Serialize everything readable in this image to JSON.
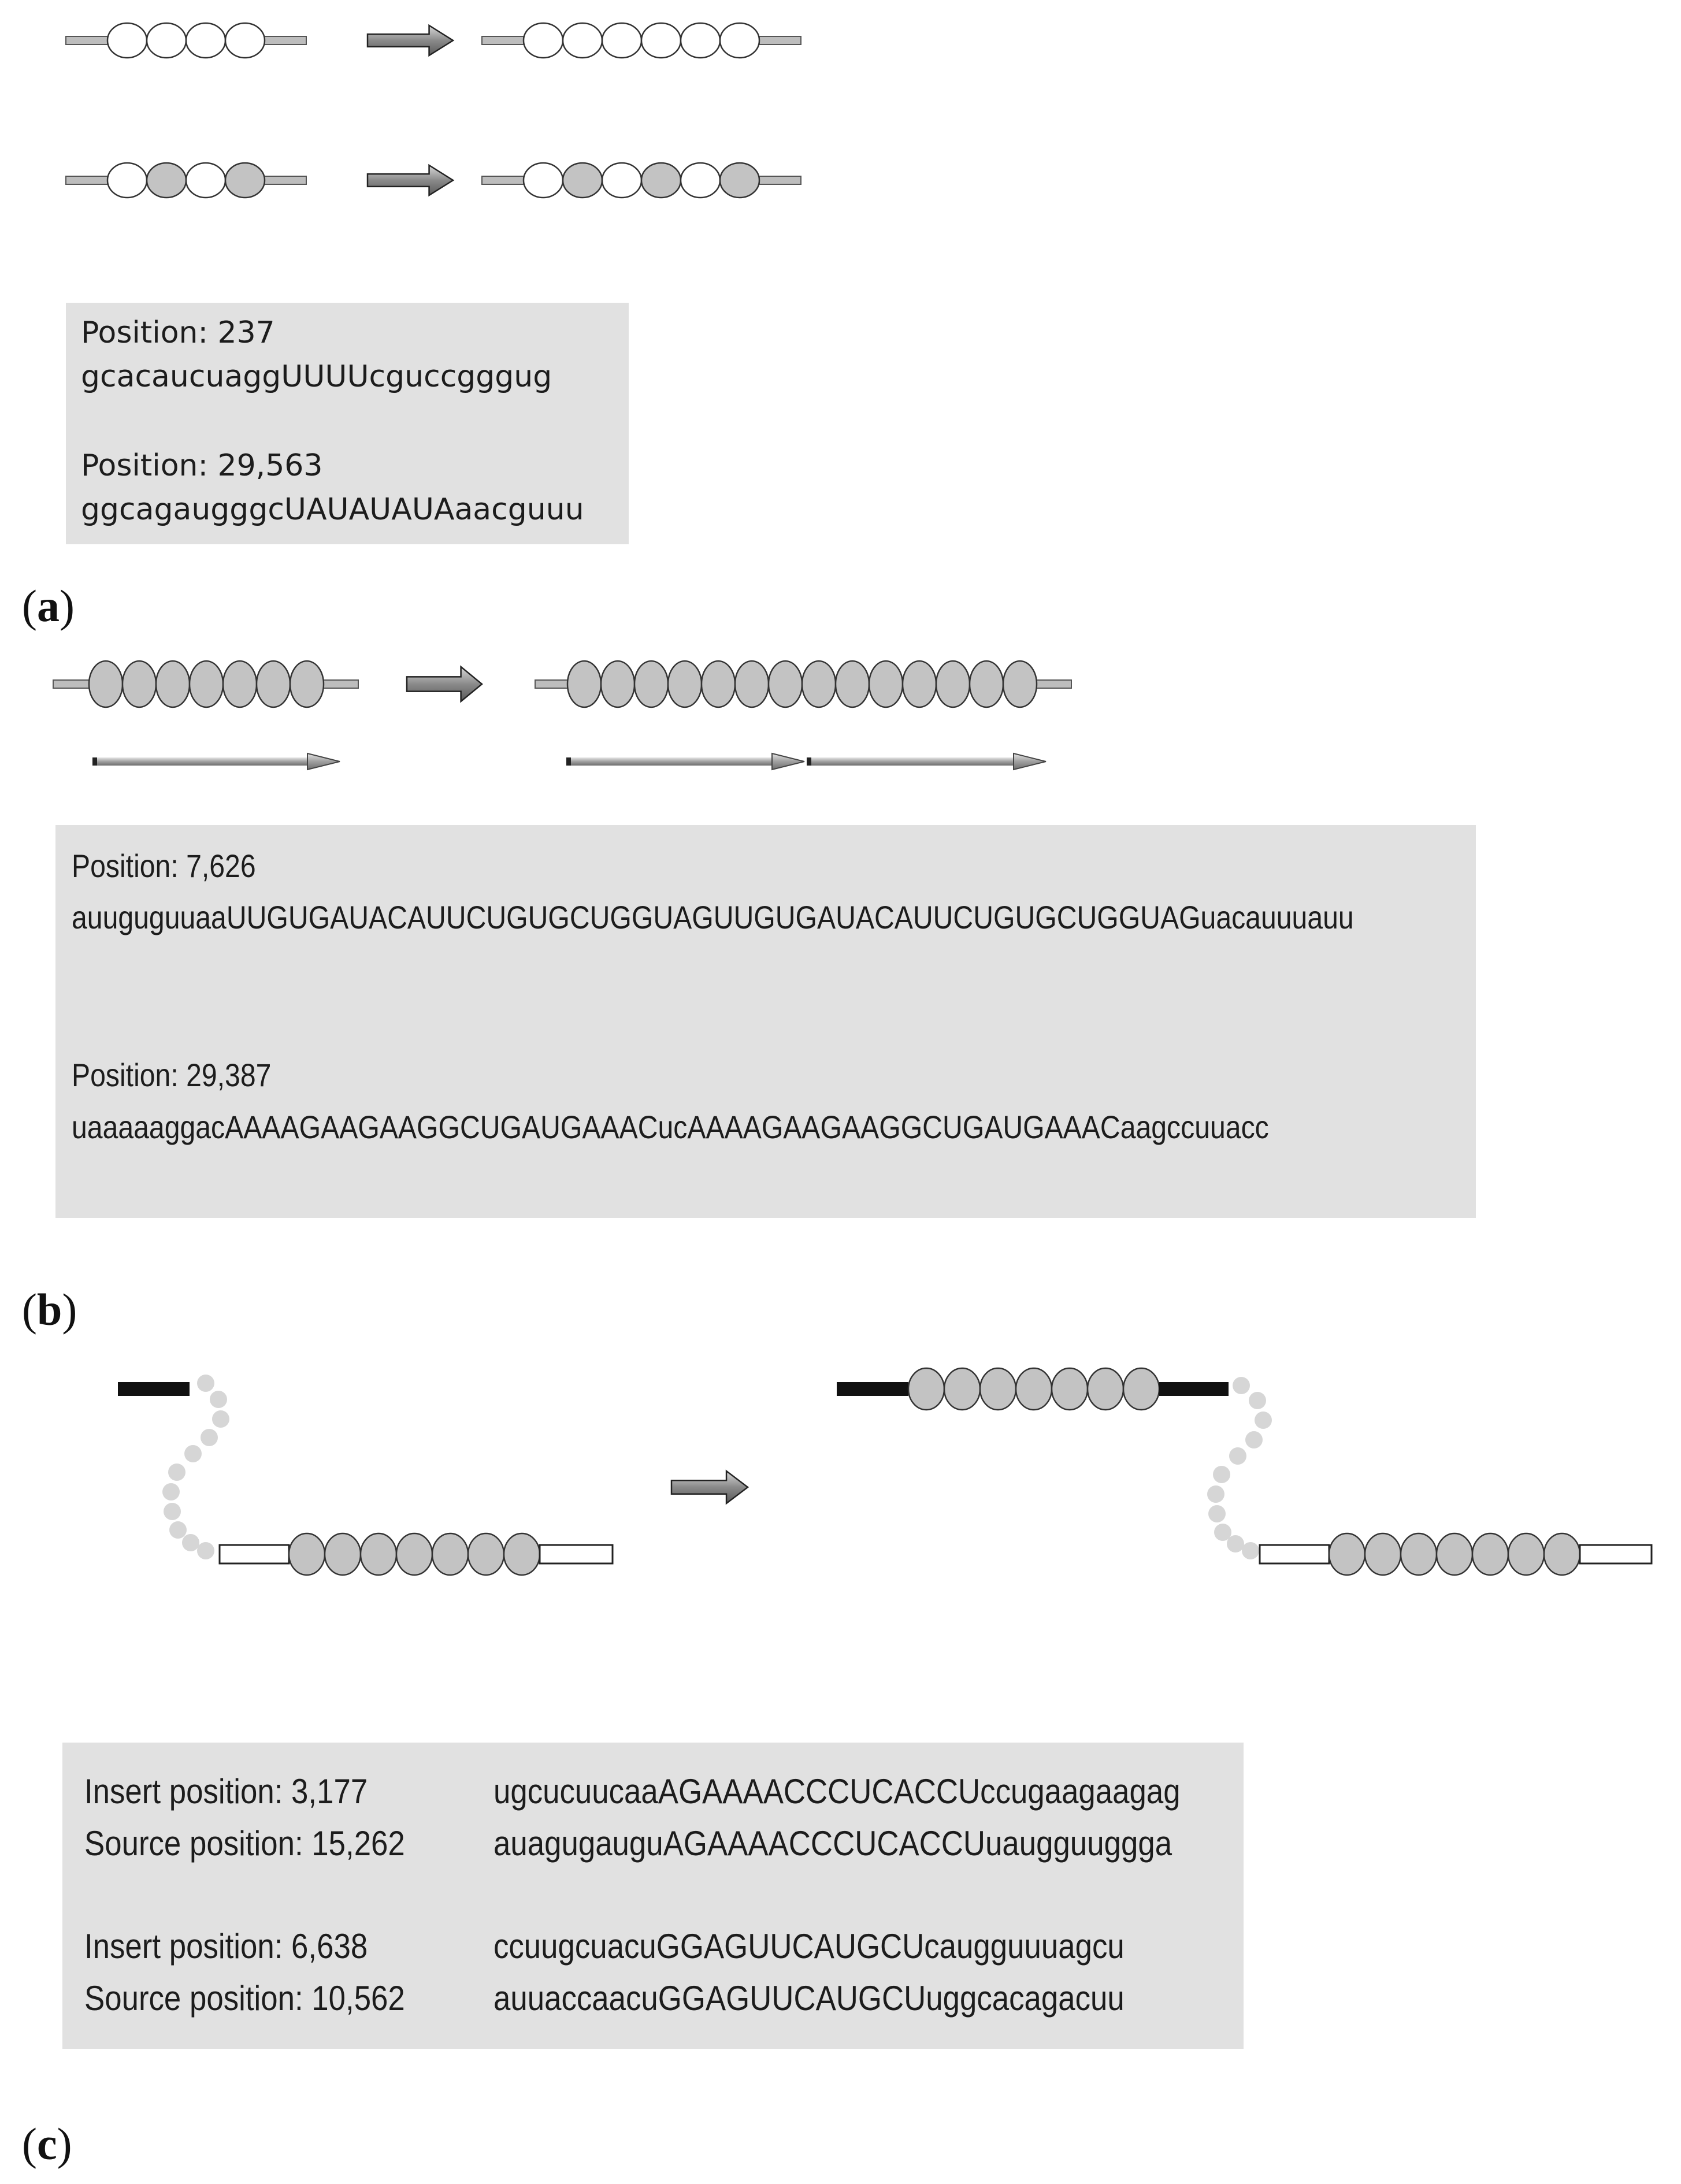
{
  "colors": {
    "bead_white": "#ffffff",
    "bead_gray": "#c3c3c3",
    "bead_stroke": "#333333",
    "tail_gray": "#bdbdbd",
    "loop_dot": "#d6d6d6",
    "bar_black": "#111111",
    "text_box": "#e1e1e1",
    "arrow_gray": "#8a8a8a"
  },
  "panel_a": {
    "label_open": "(",
    "label_letter": "a",
    "label_close": ")",
    "entries": [
      {
        "position": "Position: 237",
        "sequence": "gcacaucuaggUUUUcguccgggug"
      },
      {
        "position": "Position: 29,563",
        "sequence": "ggcagaugggcUAUAUAUAaacguuu"
      }
    ]
  },
  "panel_b": {
    "label_open": "(",
    "label_letter": "b",
    "label_close": ")",
    "entries": [
      {
        "position": "Position: 7,626",
        "sequence": "auuguguuaaUUGUGAUACAUUCUGUGCUGGUAGUUGUGAUACAUUCUGUGCUGGUAGuacauuuauu"
      },
      {
        "position": "Position: 29,387",
        "sequence": "uaaaaaggacAAAAGAAGAAGGCUGAUGAAACucAAAAGAAGAAGGCUGAUGAAACaagccuuacc"
      }
    ]
  },
  "panel_c": {
    "label_open": "(",
    "label_letter": "c",
    "label_close": ")",
    "rows": [
      {
        "label": "Insert position: 3,177",
        "sequence": "ugcucuucaaAGAAAACCCUCACCUccugaagaagag"
      },
      {
        "label": "Source position: 15,262",
        "sequence": "auagugauguAGAAAACCCUCACCUuaugguuggga"
      },
      {
        "label": "Insert position: 6,638",
        "sequence": "ccuugcuacuGGAGUUCAUGCUcaugguuuagcu"
      },
      {
        "label": "Source position: 10,562",
        "sequence": "auuaccaacuGGAGUUCAUGCUuggcacagacuu"
      }
    ]
  }
}
